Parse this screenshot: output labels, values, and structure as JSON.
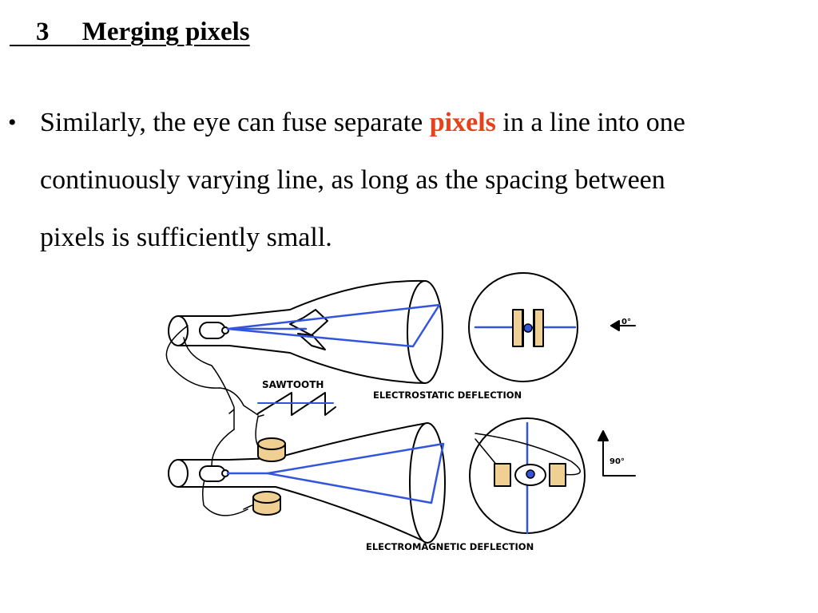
{
  "slide": {
    "title": "    3     Merging pixels",
    "bullet": {
      "line1_before": "Similarly, the eye can fuse separate ",
      "line1_highlight": "pixels",
      "line1_after": " in a line into one",
      "line2": "continuously varying line, as long as the spacing between",
      "line3": "pixels is sufficiently small."
    },
    "highlight_color": "#e8401a"
  },
  "diagram": {
    "sawtooth_label": "SAWTOOTH",
    "electrostatic_label": "ELECTROSTATIC  DEFLECTION",
    "electromagnetic_label": "ELECTROMAGNETIC  DEFLECTION",
    "angle_top_label": "0°",
    "angle_bottom_label": "90°",
    "beam_color": "#3355dd",
    "plate_color": "#f0cf93"
  }
}
